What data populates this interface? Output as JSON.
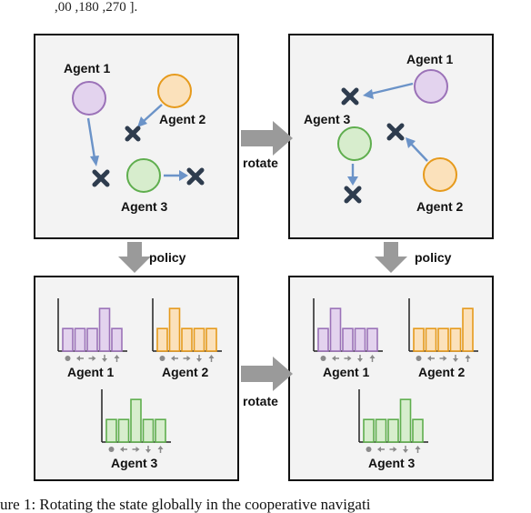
{
  "top_text": ",00 ,180 ,270 ].",
  "caption": "ure 1: Rotating the state globally in the cooperative navigati",
  "arrows": {
    "rotate": "rotate",
    "policy": "policy"
  },
  "agents": [
    {
      "label": "Agent 1",
      "color": "#9b72b8",
      "fill": "#e3d3ee"
    },
    {
      "label": "Agent 2",
      "color": "#e69a1c",
      "fill": "#fbe1bb"
    },
    {
      "label": "Agent 3",
      "color": "#5fae4e",
      "fill": "#d7edcd"
    }
  ],
  "target_color": "#2e3c4e",
  "arrow_color": "#6b93c8",
  "action_icons": [
    "dot-icon",
    "left-arrow-icon",
    "right-arrow-icon",
    "down-arrow-icon",
    "up-arrow-icon"
  ],
  "distributions": {
    "original": {
      "agent1": [
        0.45,
        0.45,
        0.45,
        0.85,
        0.45
      ],
      "agent2": [
        0.45,
        0.85,
        0.45,
        0.45,
        0.45
      ],
      "agent3": [
        0.45,
        0.45,
        0.85,
        0.45,
        0.45
      ]
    },
    "rotated": {
      "agent1": [
        0.45,
        0.85,
        0.45,
        0.45,
        0.45
      ],
      "agent2": [
        0.45,
        0.45,
        0.45,
        0.45,
        0.85
      ],
      "agent3": [
        0.45,
        0.45,
        0.45,
        0.85,
        0.45
      ]
    }
  }
}
